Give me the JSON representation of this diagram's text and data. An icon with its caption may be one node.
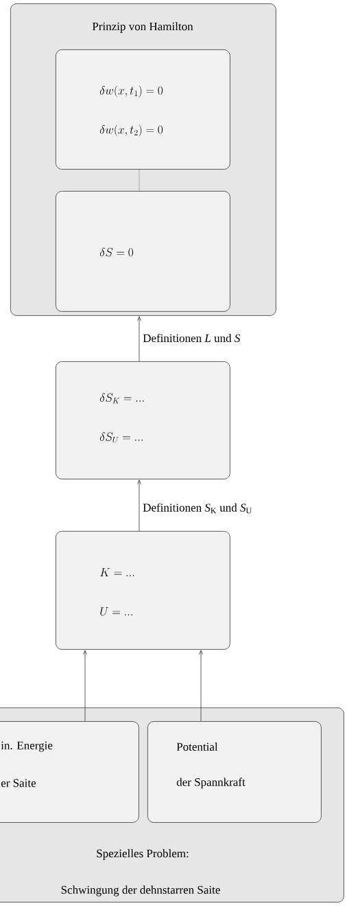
{
  "diagram": {
    "nodes": [
      {
        "text": [
          "Prinzip von Hamilton"
        ]
      },
      {
        "text": [
          "\\delta w(x,t_1)=0",
          "\\delta w(x,t_2)=0"
        ],
        "in": 0
      },
      {
        "text": [
          "\\delta S=0"
        ],
        "in": 0
      },
      {
        "text": [
          "\\delta S_K= ...",
          "\\delta S_U= ..."
        ]
      },
      {
        "text": [
          "K= ...",
          "U= ..."
        ]
      },
      {
        "text": [
          "Spezielles Problem:",
          "Schwingung der dehnstarren Saite"
        ]
      },
      {
        "text": [
          "in. Energie",
          "er Saite"
        ],
        "in": 5
      },
      {
        "text": [
          "Potential",
          "der Spannkraft"
        ],
        "in": 5
      }
    ],
    "edges": [
      {
        "from": 1,
        "to": 2,
        "arrow": "none",
        "style": "dashed"
      },
      {
        "from": 3,
        "to": 0,
        "arrow": "to",
        "label": "Definitionen *L* und *S*"
      },
      {
        "from": 4,
        "to": 3,
        "arrow": "to",
        "label": "Definitionen *S*$_{K}$ und *S*$_{U}$"
      },
      {
        "from": 6,
        "to": 4,
        "arrow": "to"
      },
      {
        "from": 7,
        "to": 4,
        "arrow": "to"
      }
    ]
  }
}
